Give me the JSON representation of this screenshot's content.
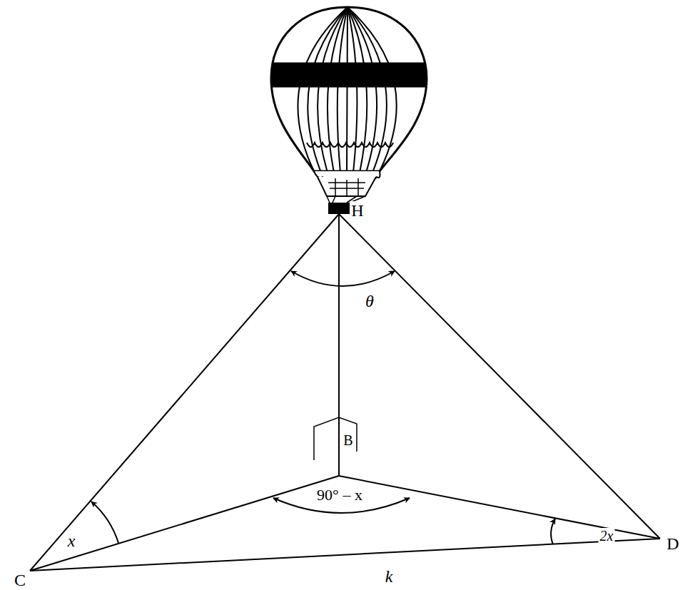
{
  "diagram": {
    "labels": [
      "H",
      "θ",
      "B",
      "90° – x",
      "x",
      "2x",
      "C",
      "k",
      "D"
    ]
  }
}
